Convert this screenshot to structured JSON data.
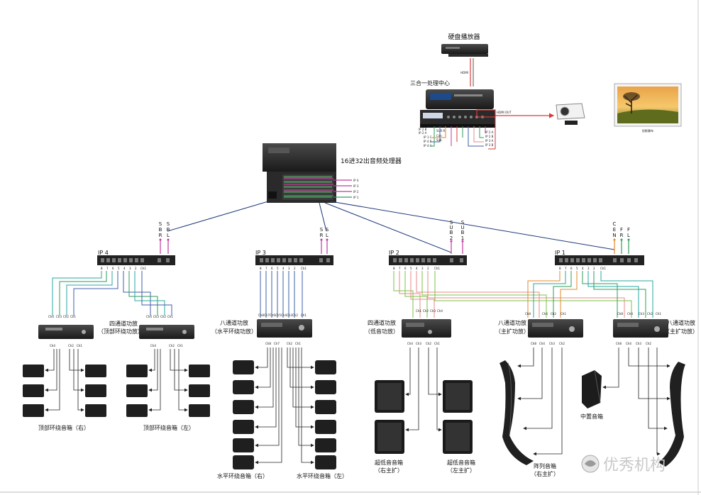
{
  "labels": {
    "hdd_player": "硬盘播放器",
    "hdmi": "HDMI",
    "processor_center": "三合一处理中心",
    "hdmi_out": "HDMI OUT",
    "projection_screen": "投影幕布",
    "matrix": "16进32出音频处理器",
    "ip4": "IP 4",
    "ip3": "IP 3",
    "ip2": "IP 2",
    "ip1": "IP 1",
    "amp_top_l1": "四通道功放",
    "amp_top_l2": "（顶部环绕功放）",
    "amp_side_l1": "八通道功放",
    "amp_side_l2": "（水平环绕功放）",
    "amp_sub_l1": "四通道功放",
    "amp_sub_l2": "（低音功放）",
    "amp_main_l1": "八通道功放",
    "amp_main_l2": "（主扩功放）",
    "amp_main2_l1": "八通道功放",
    "amp_main2_l2": "（主扩功放）",
    "spk_top_r": "顶部环绕音箱（右）",
    "spk_top_l": "顶部环绕音箱（左）",
    "spk_side_r": "水平环绕音箱（右）",
    "spk_side_l": "水平环绕音箱（左）",
    "sub_r_l1": "超低音音箱",
    "sub_r_l2": "（右主扩）",
    "sub_l_l1": "超低音音箱",
    "sub_l_l2": "（左主扩）",
    "array_l1": "阵列音箱",
    "array_l2": "（右主扩）",
    "center": "中置音箱",
    "watermark": "优秀机构"
  },
  "signals": {
    "sbr": [
      "S",
      "B",
      "R"
    ],
    "sbl": [
      "S",
      "B",
      "L"
    ],
    "sr": [
      "S",
      "R"
    ],
    "sl": [
      "S",
      "L"
    ],
    "sub2": [
      "S",
      "U",
      "B",
      "2"
    ],
    "sub1": [
      "S",
      "U",
      "B",
      "1"
    ],
    "cen": [
      "C",
      "E",
      "N"
    ],
    "fr": [
      "F",
      "R"
    ],
    "fl": [
      "F",
      "L"
    ]
  },
  "proc_outputs_left": [
    "IP 2 B",
    "IP 2 A",
    "IP 1 C",
    "IP 4 B",
    "IP 4 A"
  ],
  "proc_outputs_right": [
    "IP 2 A",
    "IP 2 B",
    "IP 3 A",
    "IP 3 B"
  ],
  "proc_mid": [
    "SUR L",
    "SUR R",
    "Cen",
    "Sub"
  ],
  "matrix_ports": [
    "IP 4",
    "IP 3",
    "IP 2",
    "IP 1"
  ],
  "ch_labels": [
    "Ch1",
    "Ch2",
    "Ch3",
    "Ch4",
    "Ch5",
    "Ch6",
    "Ch7",
    "Ch8"
  ],
  "port_nums": [
    "8",
    "7",
    "6",
    "5",
    "4",
    "3",
    "2",
    "1"
  ],
  "colors": {
    "blue": "#3f5fa8",
    "dark_blue": "#1e3a7a",
    "green": "#2e9e5a",
    "teal": "#27a7a0",
    "red": "#d93a3a",
    "pink": "#c23a9e",
    "orange": "#e08a2a",
    "salmon": "#e98a8a",
    "lime": "#7cc24a"
  }
}
